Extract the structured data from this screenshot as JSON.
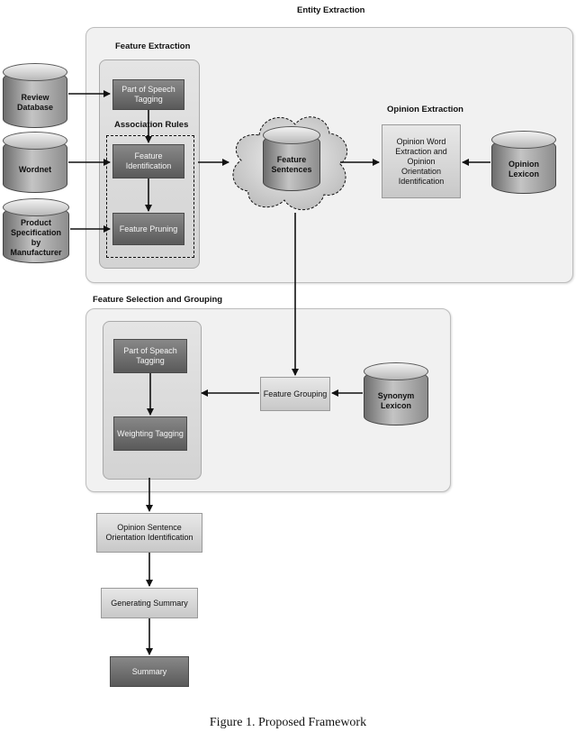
{
  "titles": {
    "entity_extraction": "Entity Extraction",
    "feature_extraction": "Feature Extraction",
    "association_rules": "Association Rules",
    "opinion_extraction": "Opinion Extraction",
    "feature_selection_grouping": "Feature Selection and Grouping"
  },
  "sources": {
    "review_database": "Review Database",
    "wordnet": "Wordnet",
    "product_spec": "Product Specification by Manufacturer",
    "opinion_lexicon": "Opinion Lexicon",
    "synonym_lexicon": "Synonym Lexicon",
    "feature_sentences": "Feature Sentences"
  },
  "steps": {
    "pos_tagging_1": "Part of Speech Tagging",
    "feature_identification": "Feature Identification",
    "feature_pruning": "Feature Pruning",
    "opinion_word_extraction": "Opinion Word Extraction and Opinion Orientation Identification",
    "feature_grouping": "Feature Grouping",
    "pos_tagging_2": "Part of Speach Tagging",
    "weighting_tagging": "Weighting Tagging",
    "opinion_sentence_orientation": "Opinion Sentence Orientation Identification",
    "generating_summary": "Generating Summary",
    "summary": "Summary"
  },
  "caption": "Figure 1. Proposed Framework"
}
